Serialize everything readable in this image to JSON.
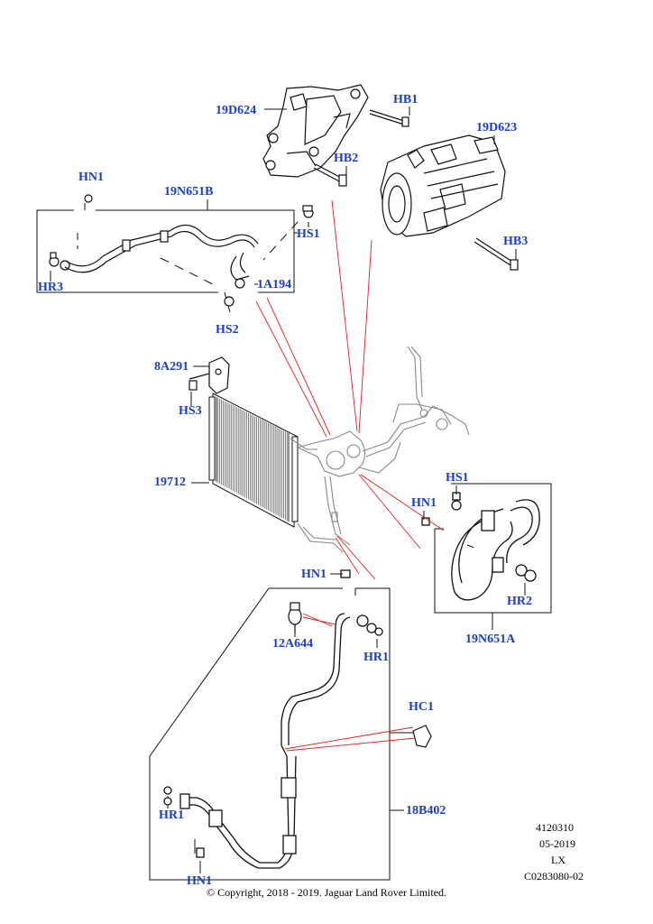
{
  "callouts": {
    "c_19D624": "19D624",
    "c_HB1": "HB1",
    "c_19D623": "19D623",
    "c_HB2": "HB2",
    "c_HB3": "HB3",
    "c_HN1_top": "HN1",
    "c_19N651B": "19N651B",
    "c_HS1_top": "HS1",
    "c_HR3": "HR3",
    "c_1A194": "1A194",
    "c_HS2": "HS2",
    "c_8A291": "8A291",
    "c_HS3": "HS3",
    "c_19712": "19712",
    "c_HS1_right": "HS1",
    "c_HN1_right": "HN1",
    "c_HR2": "HR2",
    "c_19N651A": "19N651A",
    "c_HN1_mid": "HN1",
    "c_12A644": "12A644",
    "c_HR1_right": "HR1",
    "c_HC1": "HC1",
    "c_18B402": "18B402",
    "c_HR1_left": "HR1",
    "c_HN1_bottom": "HN1"
  },
  "footer": {
    "ref_number": "4120310",
    "date": "05-2019",
    "model": "LX",
    "catalog_code": "C0283080-02",
    "copyright": "© Copyright, 2018 - 2019. Jaguar Land Rover Limited."
  },
  "colors": {
    "callout_text": "#1a3fc4",
    "leader_red": "#e02020",
    "line_art": "#111111"
  }
}
